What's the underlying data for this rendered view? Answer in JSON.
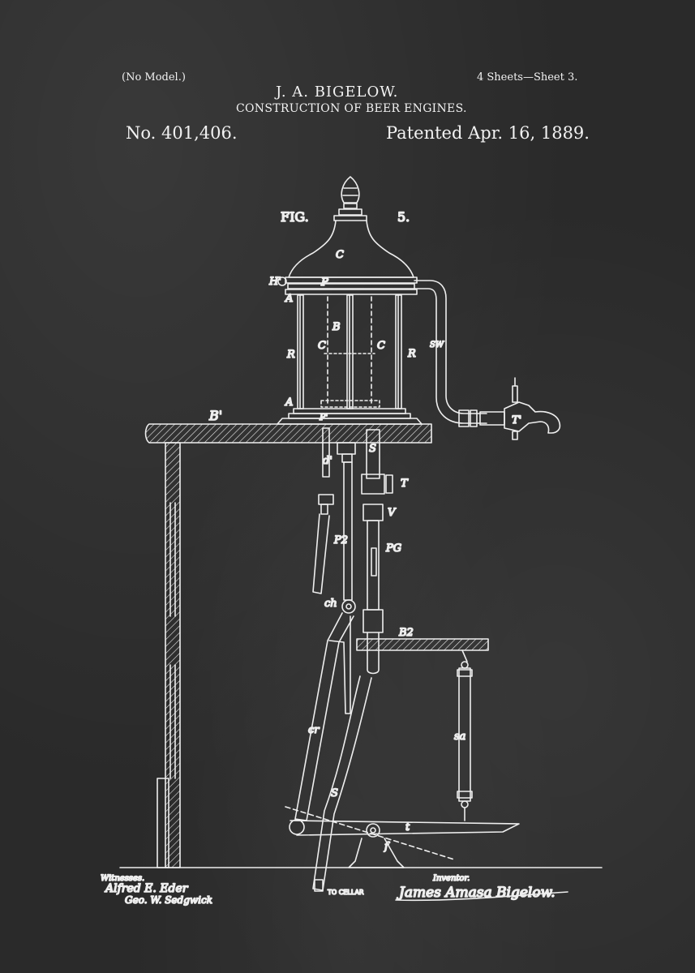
{
  "header": {
    "no_model": "(No Model.)",
    "sheets": "4 Sheets—Sheet 3.",
    "inventor_name": "J. A. BIGELOW.",
    "subject": "CONSTRUCTION OF BEER ENGINES.",
    "patent_number": "No. 401,406.",
    "patent_date": "Patented Apr. 16, 1889."
  },
  "figure": {
    "fig_label": "FIG.",
    "fig_number": "5.",
    "labels": {
      "c_top": "C",
      "h1": "H'",
      "p": "P",
      "a_upper": "A",
      "b": "B",
      "r_left": "R",
      "c_left": "C",
      "c_right": "C",
      "r_right": "R",
      "sw": "SW",
      "a_lower": "A",
      "p1": "P'",
      "t1": "T'",
      "b1": "B'",
      "s_upper": "S",
      "d1": "d'",
      "t": "T",
      "v": "V",
      "p2": "P2",
      "pg": "PG",
      "ch": "ch",
      "b2": "B2",
      "cr": "cr",
      "sa": "sa",
      "s_lower": "S",
      "t_lower": "t",
      "f": "f",
      "to_cellar": "TO CELLAR"
    }
  },
  "footer": {
    "witnesses_label": "Witnesses.",
    "witness_sig_1": "Alfred E. Eder",
    "witness_sig_2": "Geo. W. Sedgwick",
    "inventor_label": "Inventor.",
    "inventor_sig": "James Amasa Bigelow."
  }
}
